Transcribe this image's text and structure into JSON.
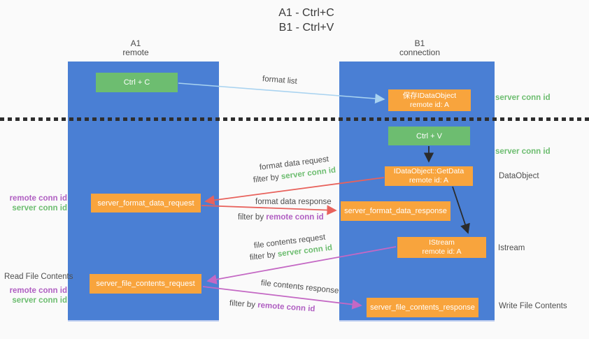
{
  "title": {
    "line1": "A1 - Ctrl+C",
    "line2": "B1 - Ctrl+V"
  },
  "columns": {
    "a1": {
      "name": "A1",
      "subtitle": "remote"
    },
    "b1": {
      "name": "B1",
      "subtitle": "connection"
    }
  },
  "nodes": {
    "ctrl_c": {
      "label": "Ctrl + C"
    },
    "save_idataobject": {
      "line1": "保存IDataObject",
      "line2": "remote id: A"
    },
    "ctrl_v": {
      "label": "Ctrl + V"
    },
    "getdata": {
      "line1": "IDataObject::GetData",
      "line2": "remote id: A"
    },
    "format_request": {
      "label": "server_format_data_request"
    },
    "format_response": {
      "label": "server_format_data_response"
    },
    "istream": {
      "line1": "IStream",
      "line2": "remote id: A"
    },
    "file_request": {
      "label": "server_file_contents_request"
    },
    "file_response": {
      "label": "server_file_contents_response"
    }
  },
  "flow_labels": {
    "format_list": "format list",
    "format_data_request": "format data request",
    "format_data_response": "format data response",
    "file_contents_request": "file contents request",
    "file_contents_response": "file contents response",
    "filter_by": "filter by ",
    "server_conn_id": "server conn id",
    "remote_conn_id": "remote conn id"
  },
  "side_labels": {
    "left": {
      "remote_conn_id_1": "remote conn id",
      "server_conn_id_1": "server conn id",
      "read_file_contents": "Read File Contents",
      "remote_conn_id_2": "remote conn id",
      "server_conn_id_2": "server conn id"
    },
    "right": {
      "server_conn_id_1": "server conn id",
      "server_conn_id_2": "server conn id",
      "dataobject": "DataObject",
      "istream": "Istream",
      "write_file_contents": "Write File Contents"
    }
  },
  "colors": {
    "column_blue": "#4a7fd4",
    "box_green": "#6dbd70",
    "box_orange": "#f8a43d",
    "arrow_light_blue": "#a9d3f0",
    "arrow_red": "#e8625c",
    "arrow_magenta": "#c468c4",
    "arrow_black": "#2b2b2b",
    "text_green": "#6dbd70",
    "text_purple": "#b05fc2"
  }
}
